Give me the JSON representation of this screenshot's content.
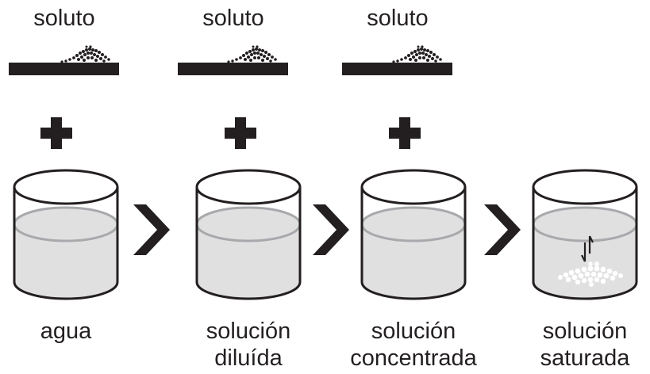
{
  "steps": [
    {
      "solute_label": "soluto",
      "beaker_label": [
        "agua",
        ""
      ]
    },
    {
      "solute_label": "soluto",
      "beaker_label": [
        "solución",
        "diluída"
      ]
    },
    {
      "solute_label": "soluto",
      "beaker_label": [
        "solución",
        "concentrada"
      ]
    },
    {
      "solute_label": "",
      "beaker_label": [
        "solución",
        "saturada"
      ]
    }
  ],
  "colors": {
    "ink": "#231f20",
    "liquid": "#e0e0e0",
    "liquid_line": "#a7a9ac",
    "precipitate": "#ffffff"
  },
  "icons": [
    "plus-icon",
    "chevron-right-icon",
    "equilibrium-arrows-icon"
  ]
}
